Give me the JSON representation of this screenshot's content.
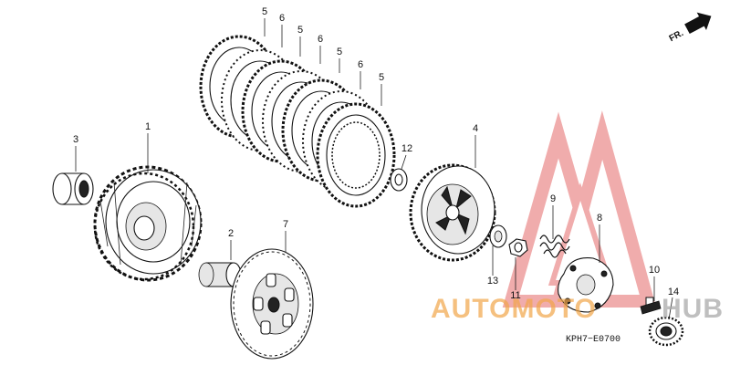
{
  "diagram_code": "KPH7−E0700",
  "direction_label": "FR.",
  "watermark": {
    "left_text": "AUTOMOTO",
    "right_text": "HUB",
    "logo_color": "#e87070",
    "text_color": "#f2a64a"
  },
  "callouts": [
    {
      "id": "1",
      "label": "1"
    },
    {
      "id": "2",
      "label": "2"
    },
    {
      "id": "3",
      "label": "3"
    },
    {
      "id": "4",
      "label": "4"
    },
    {
      "id": "5a",
      "label": "5"
    },
    {
      "id": "5b",
      "label": "5"
    },
    {
      "id": "5c",
      "label": "5"
    },
    {
      "id": "5d",
      "label": "5"
    },
    {
      "id": "6a",
      "label": "6"
    },
    {
      "id": "6b",
      "label": "6"
    },
    {
      "id": "6c",
      "label": "6"
    },
    {
      "id": "7",
      "label": "7"
    },
    {
      "id": "8",
      "label": "8"
    },
    {
      "id": "9",
      "label": "9"
    },
    {
      "id": "10",
      "label": "10"
    },
    {
      "id": "11",
      "label": "11"
    },
    {
      "id": "12",
      "label": "12"
    },
    {
      "id": "13",
      "label": "13"
    },
    {
      "id": "14",
      "label": "14"
    }
  ]
}
